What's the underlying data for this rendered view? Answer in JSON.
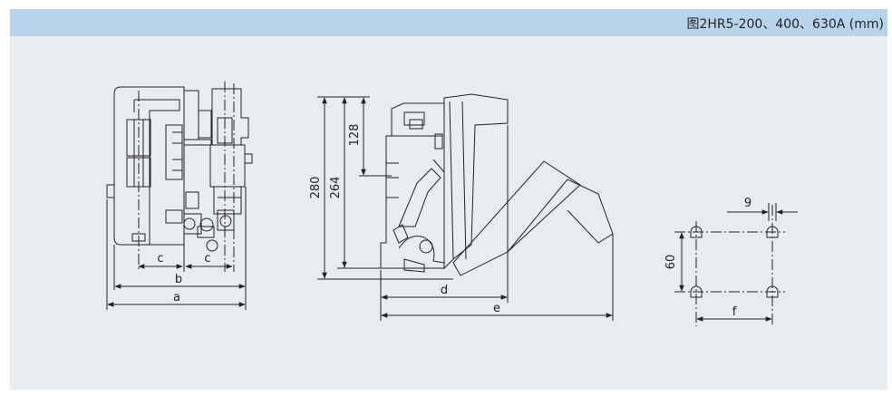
{
  "figure": {
    "caption": "图2HR5-200、400、630A (mm)"
  },
  "dimensions": {
    "a": "a",
    "b": "b",
    "c_left": "c",
    "c_right": "c",
    "d": "d",
    "e": "e",
    "f": "f",
    "h280": "280",
    "h264": "264",
    "h128": "128",
    "h60": "60",
    "w9": "9"
  },
  "colors": {
    "header": "#b8d4ec",
    "panel": "#e8ebef",
    "line": "#222222"
  }
}
